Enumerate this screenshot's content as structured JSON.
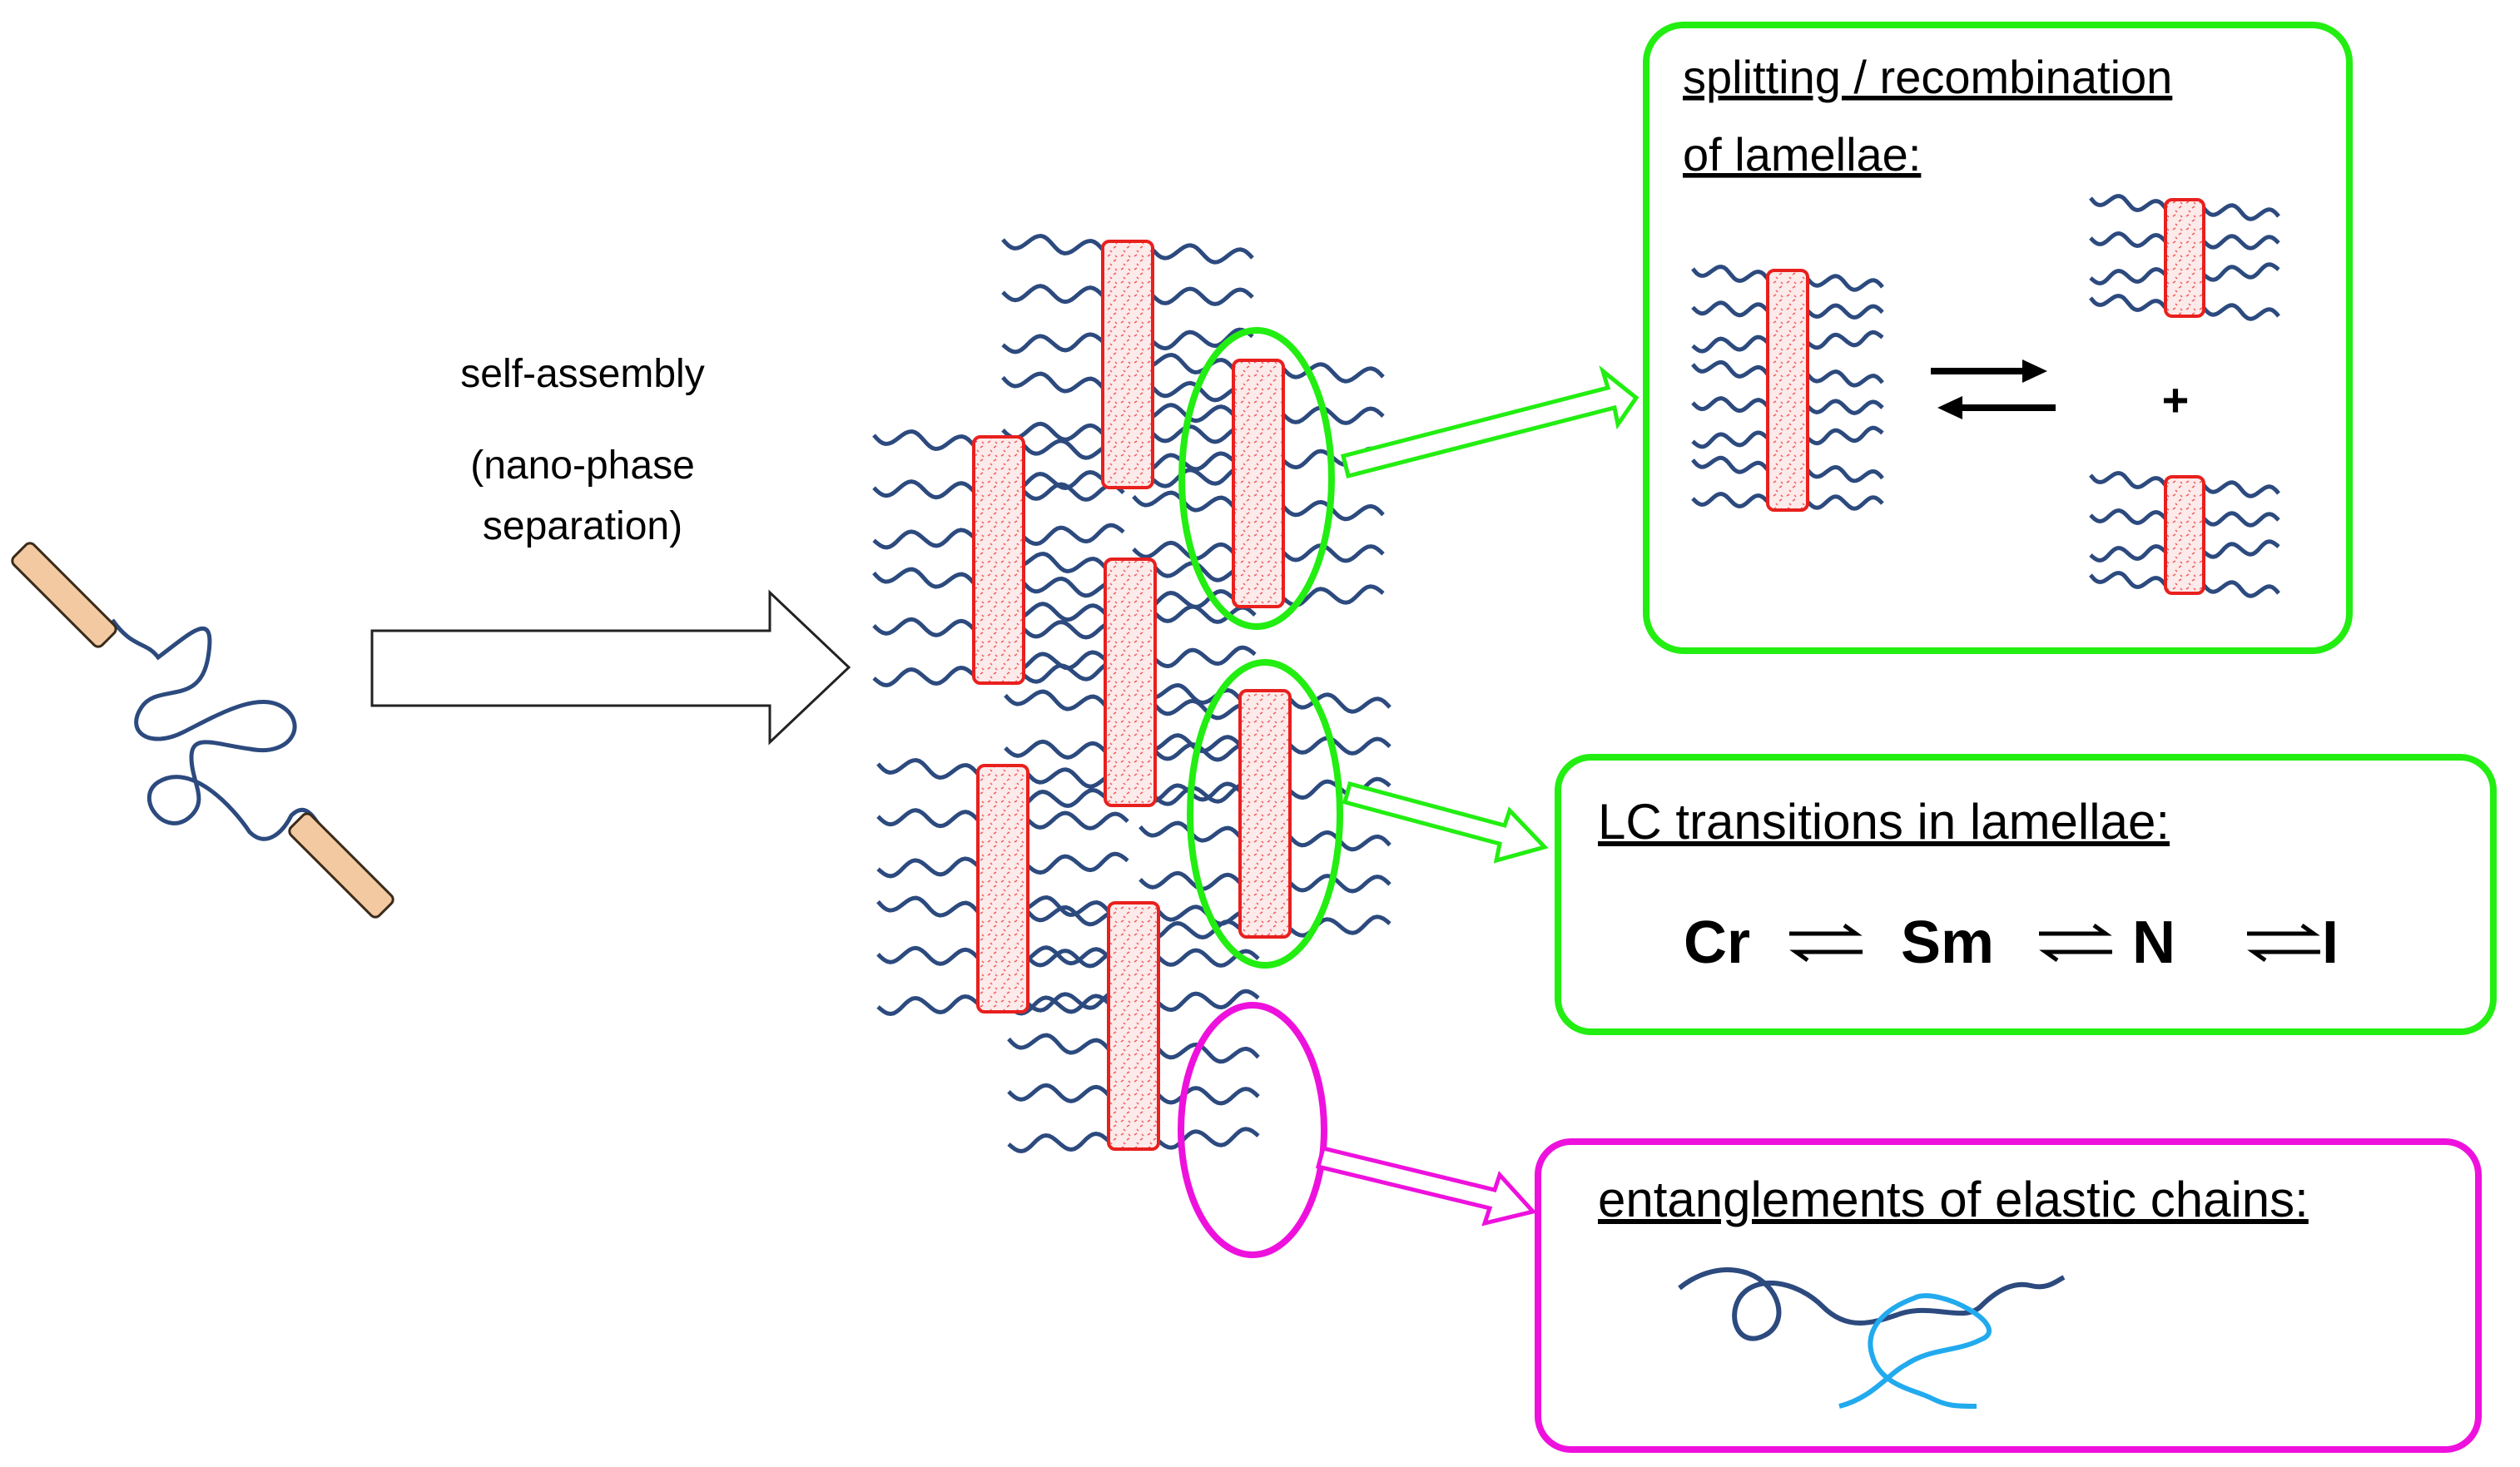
{
  "process": {
    "line1": "self-assembly",
    "line2": "(nano-phase",
    "line3": "separation)"
  },
  "box_split": {
    "title_line1": "splitting / recombination",
    "title_line2": "of  lamellae:",
    "plus": "+"
  },
  "box_lc": {
    "title": "LC transitions in lamellae:",
    "phases": [
      "Cr",
      "Sm",
      "N",
      "I"
    ]
  },
  "box_entangle": {
    "title": "entanglements of elastic chains:"
  },
  "colors": {
    "green": "#22ee11",
    "magenta": "#ee11dd",
    "chain": "#2c4a7e",
    "chain_light": "#22aaee",
    "rod_fill": "#fde6e6",
    "rod_border": "#e8201e",
    "mesogen": "#f2c9a0"
  }
}
